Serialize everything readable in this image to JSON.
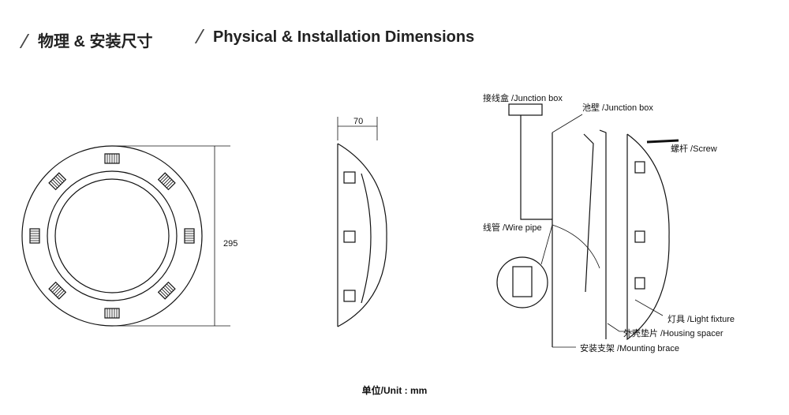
{
  "headings": {
    "chinese": "物理 & 安装尺寸",
    "english": "Physical & Installation Dimensions"
  },
  "dimensions": {
    "diameter": "295",
    "depth": "70"
  },
  "labels": {
    "junction_box_top": "接线盒 /Junction box",
    "junction_box_pool": "池壁 /Junction box",
    "screw": "螺杆 /Screw",
    "wire_pipe": "线管 /Wire pipe",
    "light_fixture": "灯具 /Light fixture",
    "housing_spacer": "外壳垫片 /Housing spacer",
    "mounting_brace": "安装支架 /Mounting brace"
  },
  "unit": "单位/Unit : mm"
}
